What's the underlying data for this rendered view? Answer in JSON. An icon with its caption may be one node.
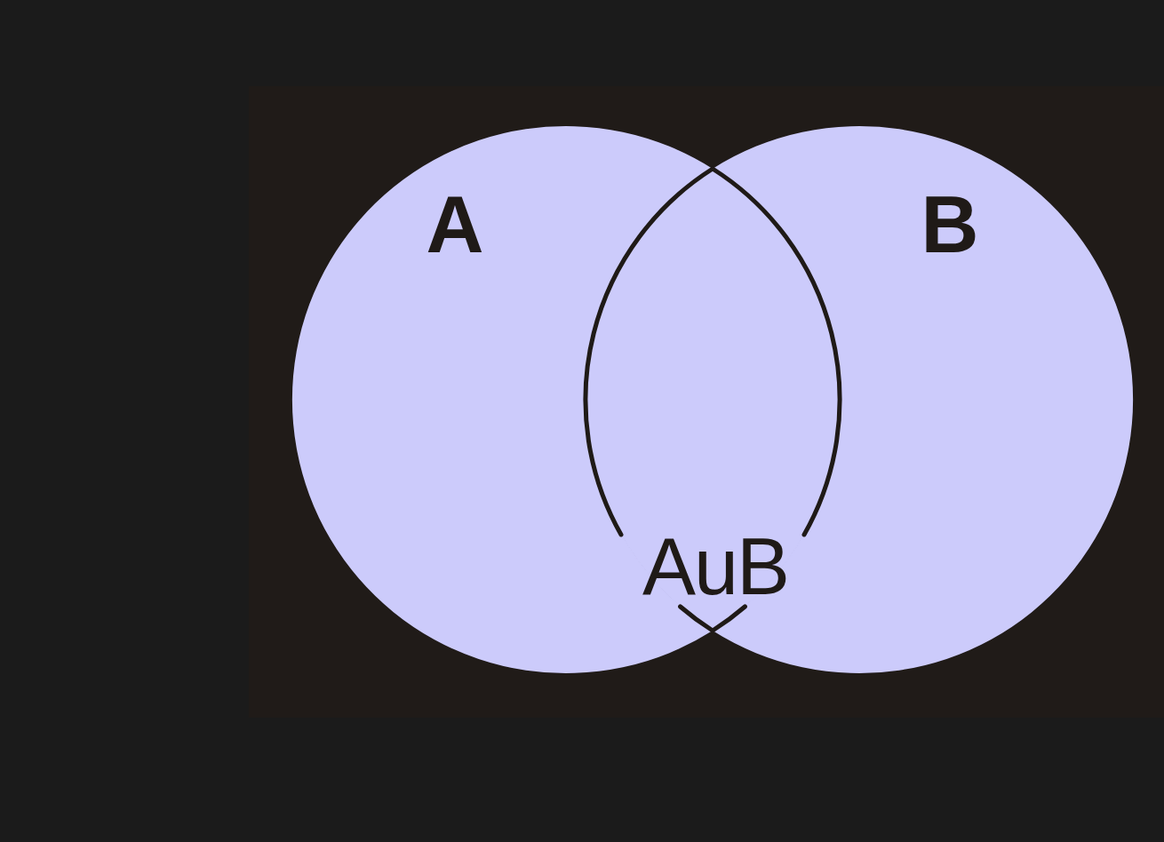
{
  "diagram": {
    "nodes": [
      {
        "text": [
          "A"
        ]
      },
      {
        "text": [
          "B"
        ]
      },
      {
        "text": [
          "AuB"
        ]
      }
    ]
  }
}
